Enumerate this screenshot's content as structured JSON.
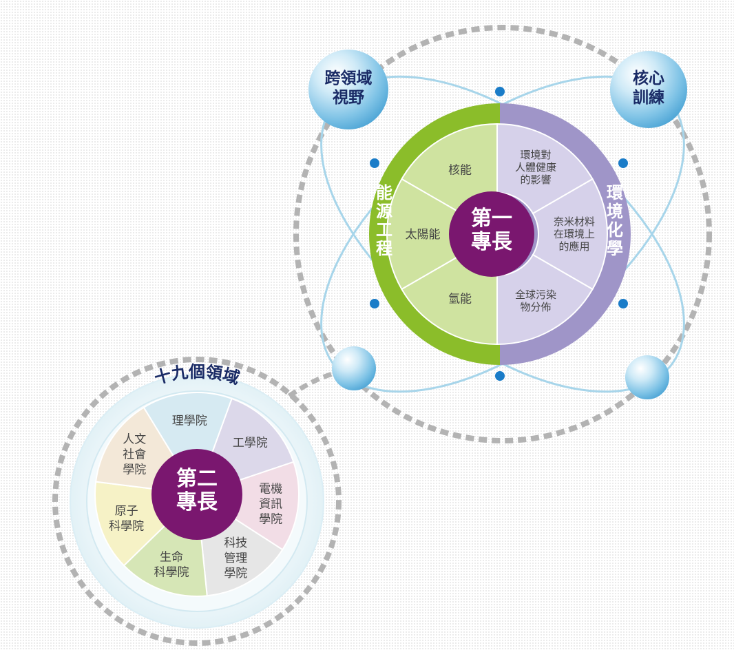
{
  "colors": {
    "primary_green": "#8bbd2a",
    "primary_purple": "#9f95c8",
    "center_purple": "#7a176f",
    "orbit_blue": "#a7d5ea",
    "orbit_dashed_gray": "#b3b3b3",
    "title_navy": "#1a2b66",
    "text_dark": "#444444"
  },
  "primary": {
    "center": "第一\n專長",
    "left_band": "能源工程",
    "right_band": "環境化學",
    "left_sectors": [
      "核能",
      "太陽能",
      "氫能"
    ],
    "right_sectors": [
      "環境對\n人體健康\n的影響",
      "奈米材料\n在環境上\n的應用",
      "全球污染\n物分佈"
    ]
  },
  "orbit_nodes": {
    "cross": "跨領域\n視野",
    "core": "核心\n訓練"
  },
  "secondary": {
    "title": "十九個領域",
    "center": "第二\n專長",
    "sectors": [
      {
        "label": "工學院",
        "color": "#dcd8ea"
      },
      {
        "label": "電機\n資訊\n學院",
        "color": "#f2dde6"
      },
      {
        "label": "科技\n管理\n學院",
        "color": "#e6e6e6"
      },
      {
        "label": "生命\n科學院",
        "color": "#d6e6b6"
      },
      {
        "label": "原子\n科學院",
        "color": "#f6f2c6"
      },
      {
        "label": "人文\n社會\n學院",
        "color": "#f3e8d8"
      },
      {
        "label": "理學院",
        "color": "#d6eaf2"
      }
    ]
  }
}
